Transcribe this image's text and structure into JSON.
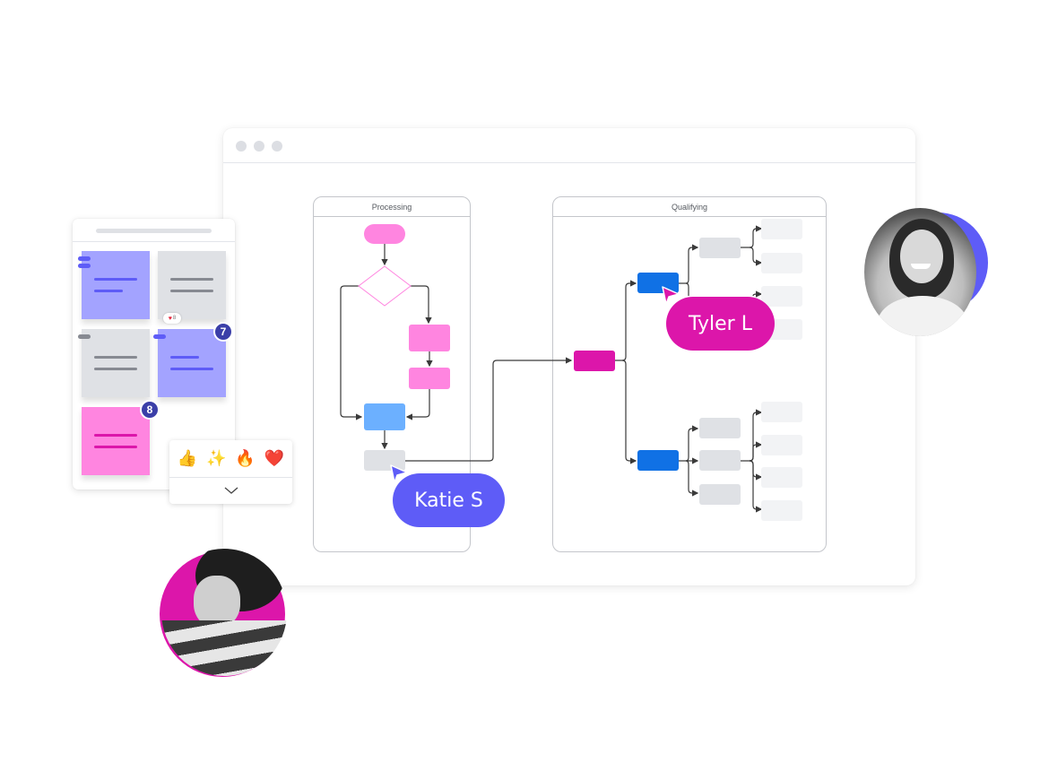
{
  "window": {
    "dots": [
      "window-dot-1",
      "window-dot-2",
      "window-dot-3"
    ]
  },
  "lanes": {
    "processing": {
      "title": "Processing"
    },
    "qualifying": {
      "title": "Qualifying"
    }
  },
  "collaborators": {
    "katie": {
      "name": "Katie S",
      "color": "#5e5cf7"
    },
    "tyler": {
      "name": "Tyler L",
      "color": "#dc16aa"
    }
  },
  "board": {
    "badges": {
      "first": "7",
      "second": "8"
    },
    "like_count": "8"
  },
  "reactions": {
    "items": [
      {
        "name": "thumbs-up",
        "glyph": "👍"
      },
      {
        "name": "sparkles",
        "glyph": "✨"
      },
      {
        "name": "fire",
        "glyph": "🔥"
      },
      {
        "name": "heart",
        "glyph": "❤️"
      }
    ],
    "expand_glyph": "chevron-down"
  },
  "colors": {
    "pink": "#ff85e0",
    "magenta": "#dc16aa",
    "blue_light": "#6cb0ff",
    "blue": "#1071e5",
    "purple": "#5e5cf7",
    "sticky_purple": "#a3a3ff",
    "gray": "#dfe1e5",
    "badge": "#3b3fa8"
  }
}
